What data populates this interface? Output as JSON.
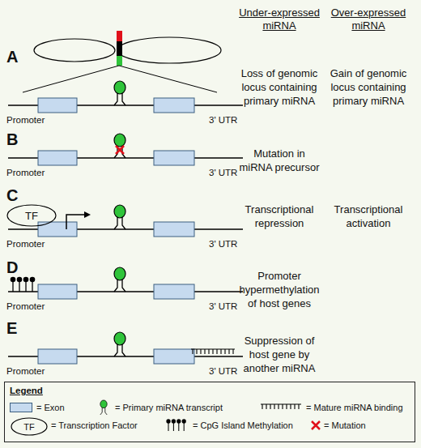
{
  "diagram": {
    "nodes": [
      {
        "text": [
          "TF"
        ]
      },
      {
        "text": [
          "Legend"
        ]
      },
      {
        "text": [
          "TF"
        ],
        "in": 1
      }
    ],
    "labels": [
      "Under-expressed miRNA",
      "Over-expressed miRNA",
      "A",
      "Promoter",
      "3' UTR",
      "Loss of genomic locus containing primary miRNA",
      "Gain of genomic locus containing primary miRNA",
      "B",
      "Promoter",
      "3' UTR",
      "Mutation in miRNA precursor",
      "C",
      "Promoter",
      "3' UTR",
      "Transcriptional repression",
      "Transcriptional activation",
      "D",
      "Promoter",
      "3' UTR",
      "Promoter hypermethylation of host genes",
      "E",
      "Promoter",
      "3' UTR",
      "Suppression of host gene by another miRNA"
    ],
    "legend": [
      {
        "text": "= Exon",
        "color": "#c6daef"
      },
      {
        "text": "= Primary miRNA transcript"
      },
      {
        "text": "= Mature miRNA binding"
      },
      {
        "text": "= Transcription Factor"
      },
      {
        "text": "= CpG Island Methylation"
      },
      {
        "text": "= Mutation"
      }
    ]
  }
}
